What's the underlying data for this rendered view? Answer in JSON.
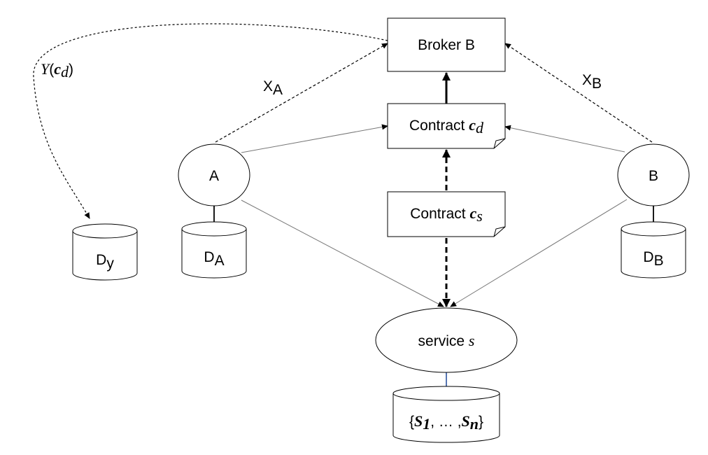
{
  "nodes": {
    "broker": "Broker B",
    "contract_d": {
      "text": "Contract",
      "sym": "c",
      "sub": "d"
    },
    "contract_s": {
      "text": "Contract",
      "sym": "c",
      "sub": "s"
    },
    "party_a": "A",
    "party_b": "B",
    "service": {
      "text": "service",
      "sym": "s"
    }
  },
  "stores": {
    "d_y": {
      "main": "D",
      "sub": "y"
    },
    "d_a": {
      "main": "D",
      "sub": "A"
    },
    "d_b": {
      "main": "D",
      "sub": "B"
    },
    "s_set": {
      "open": "{",
      "s1": "S",
      "s1_sub": "1",
      "dots": ", … ,",
      "sn": "S",
      "sn_sub": "n",
      "close": "}"
    }
  },
  "edge_labels": {
    "x_a": {
      "main": "X",
      "sub": "A"
    },
    "x_b": {
      "main": "X",
      "sub": "B"
    },
    "y_cd": {
      "fn": "Y",
      "open": "(",
      "sym": "c",
      "sub": "d",
      "close": ")"
    }
  }
}
